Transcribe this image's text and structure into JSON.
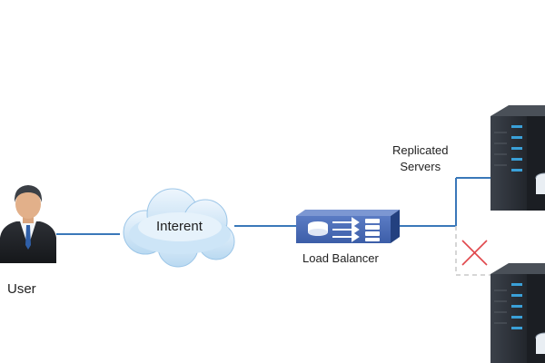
{
  "diagram": {
    "nodes": {
      "user": {
        "label": "User",
        "icon": "businessman-icon"
      },
      "internet": {
        "label": "Interent",
        "icon": "cloud-icon"
      },
      "load_balancer": {
        "label": "Load Balancer",
        "icon": "load-balancer-icon"
      },
      "replicated_servers": {
        "label_line1": "Replicated",
        "label_line2": "Servers",
        "icon": "server-rack-icon"
      }
    },
    "edges": [
      {
        "from": "user",
        "to": "internet",
        "status": "active"
      },
      {
        "from": "internet",
        "to": "load_balancer",
        "status": "active"
      },
      {
        "from": "load_balancer",
        "to": "server-top",
        "status": "active"
      },
      {
        "from": "load_balancer",
        "to": "server-bottom",
        "status": "failed",
        "marker": "red-x"
      }
    ],
    "colors": {
      "link": "#3a78b9",
      "failed_link": "#c9c9c9",
      "failure_mark": "#e0474c",
      "load_balancer": "#2e4d94",
      "server_body": "#2b2f36",
      "server_led": "#3aa0d8"
    }
  }
}
